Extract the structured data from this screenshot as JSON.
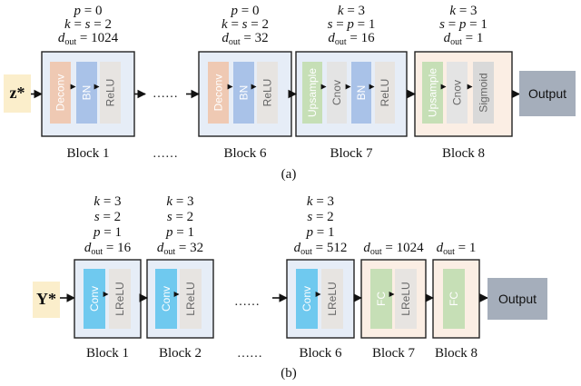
{
  "colors": {
    "input_bg": "#fbeecb",
    "block_bg_blue": "#e6edf7",
    "block_bg_orange": "#fbeee4",
    "deconv": "#efc9b3",
    "bn": "#a9c2e8",
    "relu": "#e7e4e1",
    "upsample": "#c6dfb6",
    "cnov": "#e4e4e4",
    "sigmoid": "#d9d9d9",
    "conv": "#6fc9ef",
    "lrelu": "#e7e4e1",
    "fc": "#c6dfb6",
    "output": "#a5aebb",
    "box_stroke": "#222222"
  },
  "top": {
    "input_label": "z*",
    "output_label": "Output",
    "caption": "(a)",
    "ellipsis": "……",
    "between_dots": "……",
    "blocks": [
      {
        "name": "Block 1",
        "params": [
          "p = 0",
          "k = s = 2",
          "d_out = 1024"
        ],
        "layers": [
          "Deconv",
          "BN",
          "ReLU"
        ]
      },
      {
        "name": "Block 6",
        "params": [
          "p = 0",
          "k = s = 2",
          "d_out = 32"
        ],
        "layers": [
          "Deconv",
          "BN",
          "ReLU"
        ]
      },
      {
        "name": "Block 7",
        "params": [
          "k = 3",
          "s = p = 1",
          "d_out = 16"
        ],
        "layers": [
          "Upsample",
          "Cnov",
          "BN",
          "ReLU"
        ]
      },
      {
        "name": "Block 8",
        "params": [
          "k = 3",
          "s = p = 1",
          "d_out = 1"
        ],
        "layers": [
          "Upsample",
          "Cnov",
          "Sigmoid"
        ]
      }
    ]
  },
  "bottom": {
    "input_label": "Y*",
    "output_label": "Output",
    "caption": "(b)",
    "ellipsis": "……",
    "between_dots": "……",
    "blocks": [
      {
        "name": "Block 1",
        "params": [
          "k = 3",
          "s = 2",
          "p = 1",
          "d_out = 16"
        ],
        "layers": [
          "Conv",
          "LReLU"
        ]
      },
      {
        "name": "Block 2",
        "params": [
          "k = 3",
          "s = 2",
          "p = 1",
          "d_out = 32"
        ],
        "layers": [
          "Conv",
          "LReLU"
        ]
      },
      {
        "name": "Block 6",
        "params": [
          "k = 3",
          "s = 2",
          "p = 1",
          "d_out = 512"
        ],
        "layers": [
          "Conv",
          "LReLU"
        ]
      },
      {
        "name": "Block 7",
        "params": [
          "d_out = 1024"
        ],
        "layers": [
          "FC",
          "LReLU"
        ]
      },
      {
        "name": "Block 8",
        "params": [
          "d_out = 1"
        ],
        "layers": [
          "FC"
        ]
      }
    ]
  }
}
